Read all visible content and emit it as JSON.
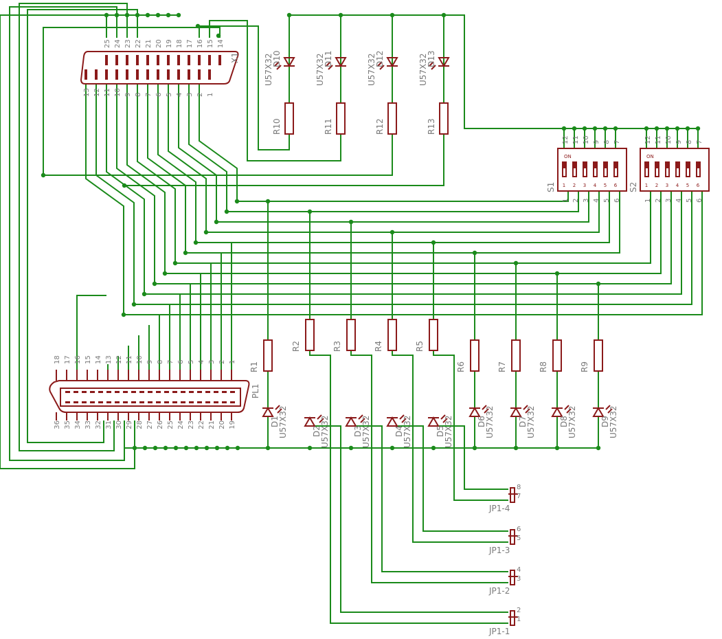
{
  "connector_x1": {
    "ref": "X1",
    "top_pins": [
      "25",
      "24",
      "23",
      "22",
      "21",
      "20",
      "19",
      "18",
      "17",
      "16",
      "15",
      "14"
    ],
    "bottom_pins": [
      "13",
      "12",
      "11",
      "10",
      "9",
      "8",
      "7",
      "6",
      "5",
      "4",
      "3",
      "2",
      "1"
    ]
  },
  "connector_pl1": {
    "ref": "PL1",
    "top_pins": [
      "18",
      "17",
      "16",
      "15",
      "14",
      "13",
      "12",
      "11",
      "10",
      "9",
      "8",
      "7",
      "6",
      "5",
      "4",
      "3",
      "2",
      "1"
    ],
    "bottom_pins": [
      "36",
      "35",
      "34",
      "33",
      "32",
      "31",
      "30",
      "29",
      "28",
      "27",
      "26",
      "25",
      "24",
      "23",
      "22",
      "21",
      "20",
      "19"
    ]
  },
  "switches": [
    {
      "ref": "S1",
      "on_label": "ON",
      "top_pins": [
        "12",
        "11",
        "10",
        "9",
        "8",
        "7"
      ],
      "bottom_pins": [
        "1",
        "2",
        "3",
        "4",
        "5",
        "6"
      ],
      "switch_numbers": [
        "1",
        "2",
        "3",
        "4",
        "5",
        "6"
      ]
    },
    {
      "ref": "S2",
      "on_label": "ON",
      "top_pins": [
        "12",
        "11",
        "10",
        "9",
        "8",
        "7"
      ],
      "bottom_pins": [
        "1",
        "2",
        "3",
        "4",
        "5",
        "6"
      ],
      "switch_numbers": [
        "1",
        "2",
        "3",
        "4",
        "5",
        "6"
      ]
    }
  ],
  "top_leds": [
    {
      "ref": "D10",
      "value": "U57X32"
    },
    {
      "ref": "D11",
      "value": "U57X32"
    },
    {
      "ref": "D12",
      "value": "U57X32"
    },
    {
      "ref": "D13",
      "value": "U57X32"
    }
  ],
  "top_resistors": [
    "R10",
    "R11",
    "R12",
    "R13"
  ],
  "bottom_resistors": [
    "R1",
    "R2",
    "R3",
    "R4",
    "R5",
    "R6",
    "R7",
    "R8",
    "R9"
  ],
  "bottom_leds": [
    {
      "ref": "D1",
      "value": "U57X32"
    },
    {
      "ref": "D2",
      "value": "U57X32"
    },
    {
      "ref": "D3",
      "value": "U57X32"
    },
    {
      "ref": "D4",
      "value": "U57X32"
    },
    {
      "ref": "D5",
      "value": "U57X32"
    },
    {
      "ref": "D6",
      "value": "U57X32"
    },
    {
      "ref": "D7",
      "value": "U57X32"
    },
    {
      "ref": "D8",
      "value": "U57X32"
    },
    {
      "ref": "D9",
      "value": "U57X32"
    }
  ],
  "jumpers": [
    {
      "ref": "JP1-4",
      "pin_a": "8",
      "pin_b": "7"
    },
    {
      "ref": "JP1-3",
      "pin_a": "6",
      "pin_b": "5"
    },
    {
      "ref": "JP1-2",
      "pin_a": "4",
      "pin_b": "3"
    },
    {
      "ref": "JP1-1",
      "pin_a": "2",
      "pin_b": "1"
    }
  ],
  "colors": {
    "wire": "#1a8a1a",
    "component": "#8b1a1a",
    "label": "#7a7a7a",
    "background": "#ffffff"
  }
}
